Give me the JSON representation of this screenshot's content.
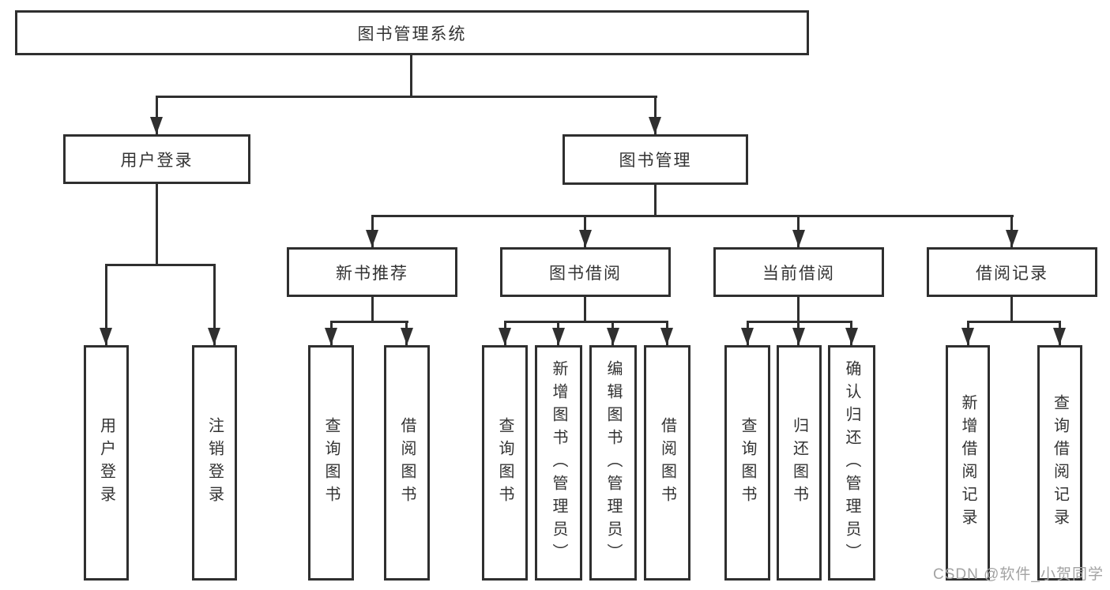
{
  "tree": {
    "root": {
      "label": "图书管理系统"
    },
    "user_login": {
      "label": "用户登录",
      "children": [
        {
          "label": "用户登录"
        },
        {
          "label": "注销登录"
        }
      ]
    },
    "book_management": {
      "label": "图书管理",
      "groups": [
        {
          "label": "新书推荐",
          "children": [
            {
              "label": "查询图书"
            },
            {
              "label": "借阅图书"
            }
          ]
        },
        {
          "label": "图书借阅",
          "children": [
            {
              "label": "查询图书"
            },
            {
              "label": "新增图书（管理员）"
            },
            {
              "label": "编辑图书（管理员）"
            },
            {
              "label": "借阅图书"
            }
          ]
        },
        {
          "label": "当前借阅",
          "children": [
            {
              "label": "查询图书"
            },
            {
              "label": "归还图书"
            },
            {
              "label": "确认归还（管理员）"
            }
          ]
        },
        {
          "label": "借阅记录",
          "children": [
            {
              "label": "新增借阅记录"
            },
            {
              "label": "查询借阅记录"
            }
          ]
        }
      ]
    }
  },
  "watermark": {
    "text": "CSDN @软件_小贺同学"
  },
  "colors": {
    "line": "#2f2f2f",
    "text": "#333333",
    "background": "#ffffff",
    "watermark": "#a3a3a3"
  }
}
